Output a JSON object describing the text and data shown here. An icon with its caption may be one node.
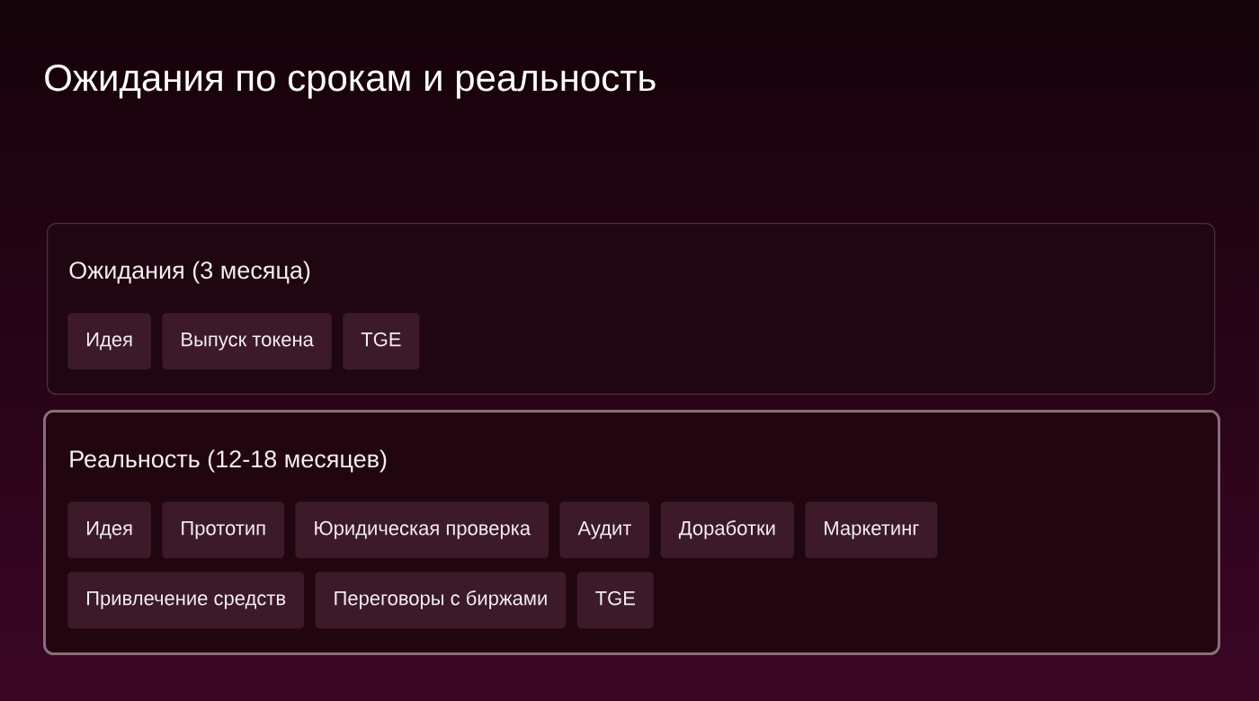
{
  "diagram": {
    "title": "Ожидания по срокам и реальность",
    "nodes": [
      {
        "text": [
          "Ожидания (3 месяца)"
        ]
      },
      {
        "text": [
          "Идея"
        ],
        "in": 0
      },
      {
        "text": [
          "Выпуск токена"
        ],
        "in": 0
      },
      {
        "text": [
          "TGE"
        ],
        "in": 0
      },
      {
        "text": [
          "Реальность (12-18 месяцев)"
        ]
      },
      {
        "text": [
          "Идея"
        ],
        "in": 4
      },
      {
        "text": [
          "Прототип"
        ],
        "in": 4
      },
      {
        "text": [
          "Юридическая проверка"
        ],
        "in": 4
      },
      {
        "text": [
          "Аудит"
        ],
        "in": 4
      },
      {
        "text": [
          "Доработки"
        ],
        "in": 4
      },
      {
        "text": [
          "Маркетинг"
        ],
        "in": 4
      },
      {
        "text": [
          "Привлечение средств"
        ],
        "in": 4
      },
      {
        "text": [
          "Переговоры с биржами"
        ],
        "in": 4
      },
      {
        "text": [
          "TGE"
        ],
        "in": 4
      }
    ]
  }
}
